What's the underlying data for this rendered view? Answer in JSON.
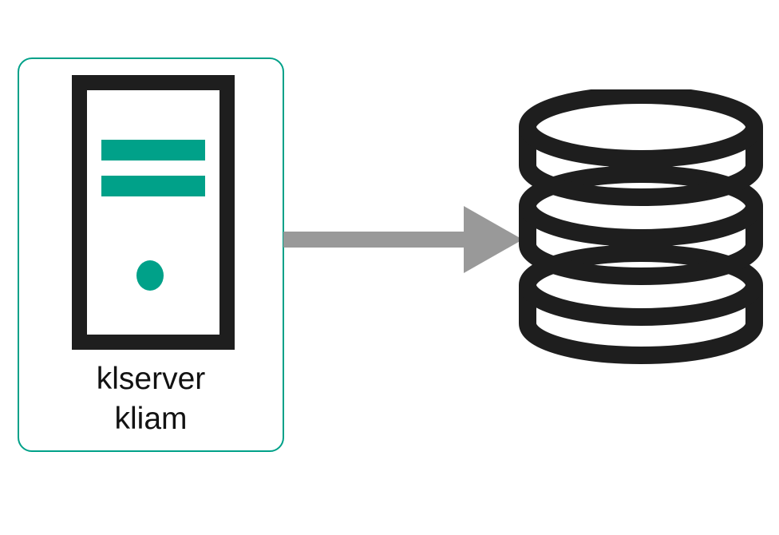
{
  "diagram": {
    "type": "architecture-flow",
    "background_color": "#ffffff",
    "title_text": "",
    "nodes": [
      {
        "id": "server-node",
        "label_lines": [
          "klserver",
          "kliam"
        ],
        "icon": "server-tower-icon",
        "border_color": "#00a189",
        "icon_frame_color": "#1e1e1e",
        "icon_accent_color": "#00a189",
        "label_color": "#121212"
      },
      {
        "id": "database-node",
        "label_lines": [],
        "icon": "database-cylinder-icon",
        "icon_color": "#1e1e1e",
        "disk_segments": 3
      }
    ],
    "connections": [
      {
        "id": "server-to-database",
        "from": "server-node",
        "to": "database-node",
        "style": "block-arrow",
        "color": "#999999",
        "direction": "right"
      }
    ]
  },
  "colors": {
    "accent_teal": "#00a189",
    "dark": "#1e1e1e",
    "arrow_gray": "#999999",
    "white": "#ffffff"
  },
  "server_node": {
    "label_line_1": "klserver",
    "label_line_2": "kliam"
  }
}
